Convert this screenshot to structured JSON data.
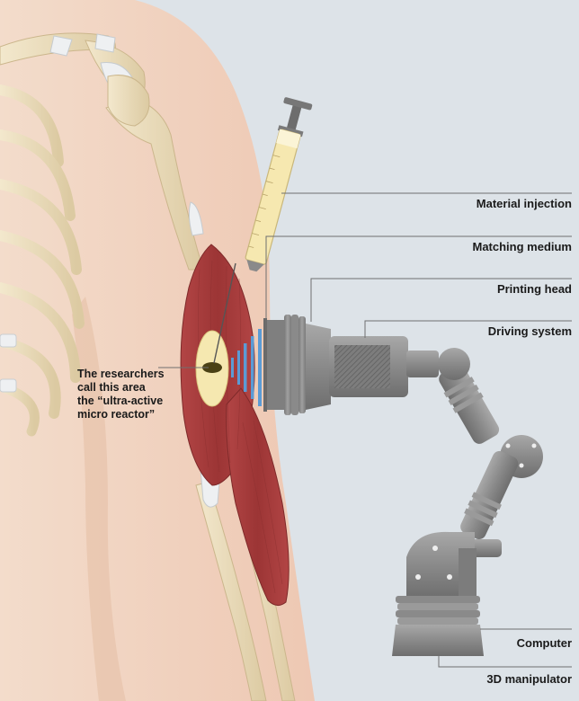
{
  "labels": {
    "material_injection": "Material injection",
    "matching_medium": "Matching medium",
    "printing_head": "Printing head",
    "driving_system": "Driving system",
    "computer": "Computer",
    "manipulator": "3D manipulator"
  },
  "callout": {
    "line1": "The researchers",
    "line2": "call this area",
    "line3": "the “ultra-active",
    "line4": "micro reactor”"
  },
  "colors": {
    "background": "#dde3e8",
    "skin": "#f1d3bf",
    "bone": "#eadcbc",
    "muscle": "#a83a3a",
    "robot": "#8f8f8f",
    "wave": "#5b9bd5",
    "syringe_fluid": "#f6e8b0"
  }
}
